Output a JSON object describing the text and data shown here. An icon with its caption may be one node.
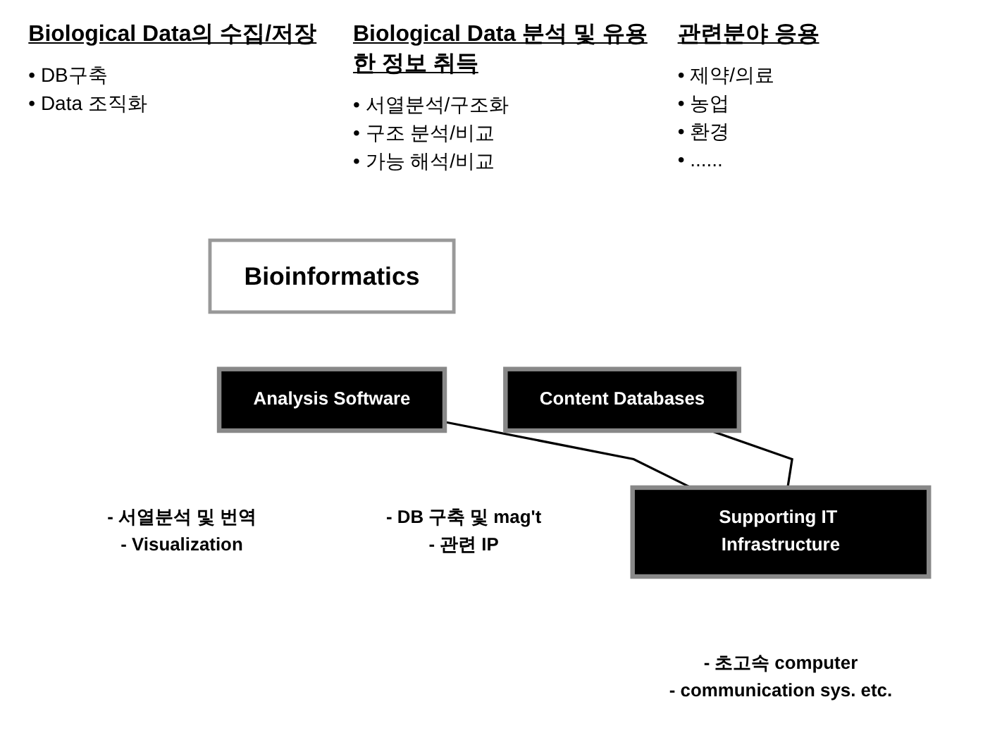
{
  "diagram": {
    "nodes": [
      {
        "text": [
          "Bioinformatics"
        ]
      },
      {
        "text": [
          "Analysis Software"
        ],
        "beside": [
          "- 서열분석 및 번역",
          "- Visualization"
        ]
      },
      {
        "text": [
          "Content Databases"
        ],
        "beside": [
          "- DB 구축 및 mag't",
          "- 관련 IP"
        ]
      },
      {
        "text": [
          "Supporting IT Infrastructure"
        ],
        "beside": [
          "- 초고속 computer",
          "- communication sys. etc."
        ]
      }
    ],
    "edges": [
      {
        "from": 1,
        "to": 3,
        "arrow": "none"
      },
      {
        "from": 2,
        "to": 3,
        "arrow": "none"
      }
    ],
    "labels": [
      "Biological Data의 수집/저장",
      "Biological Data 분석 및 유용한 정보 취득",
      "관련분야 응용",
      "• DB구축",
      "• Data 조직화",
      "• 서열분석/구조화",
      "• 구조 분석/비교",
      "• 가능 해석/비교",
      "• 제약/의료",
      "• 농업",
      "• 환경",
      "• ......"
    ]
  }
}
